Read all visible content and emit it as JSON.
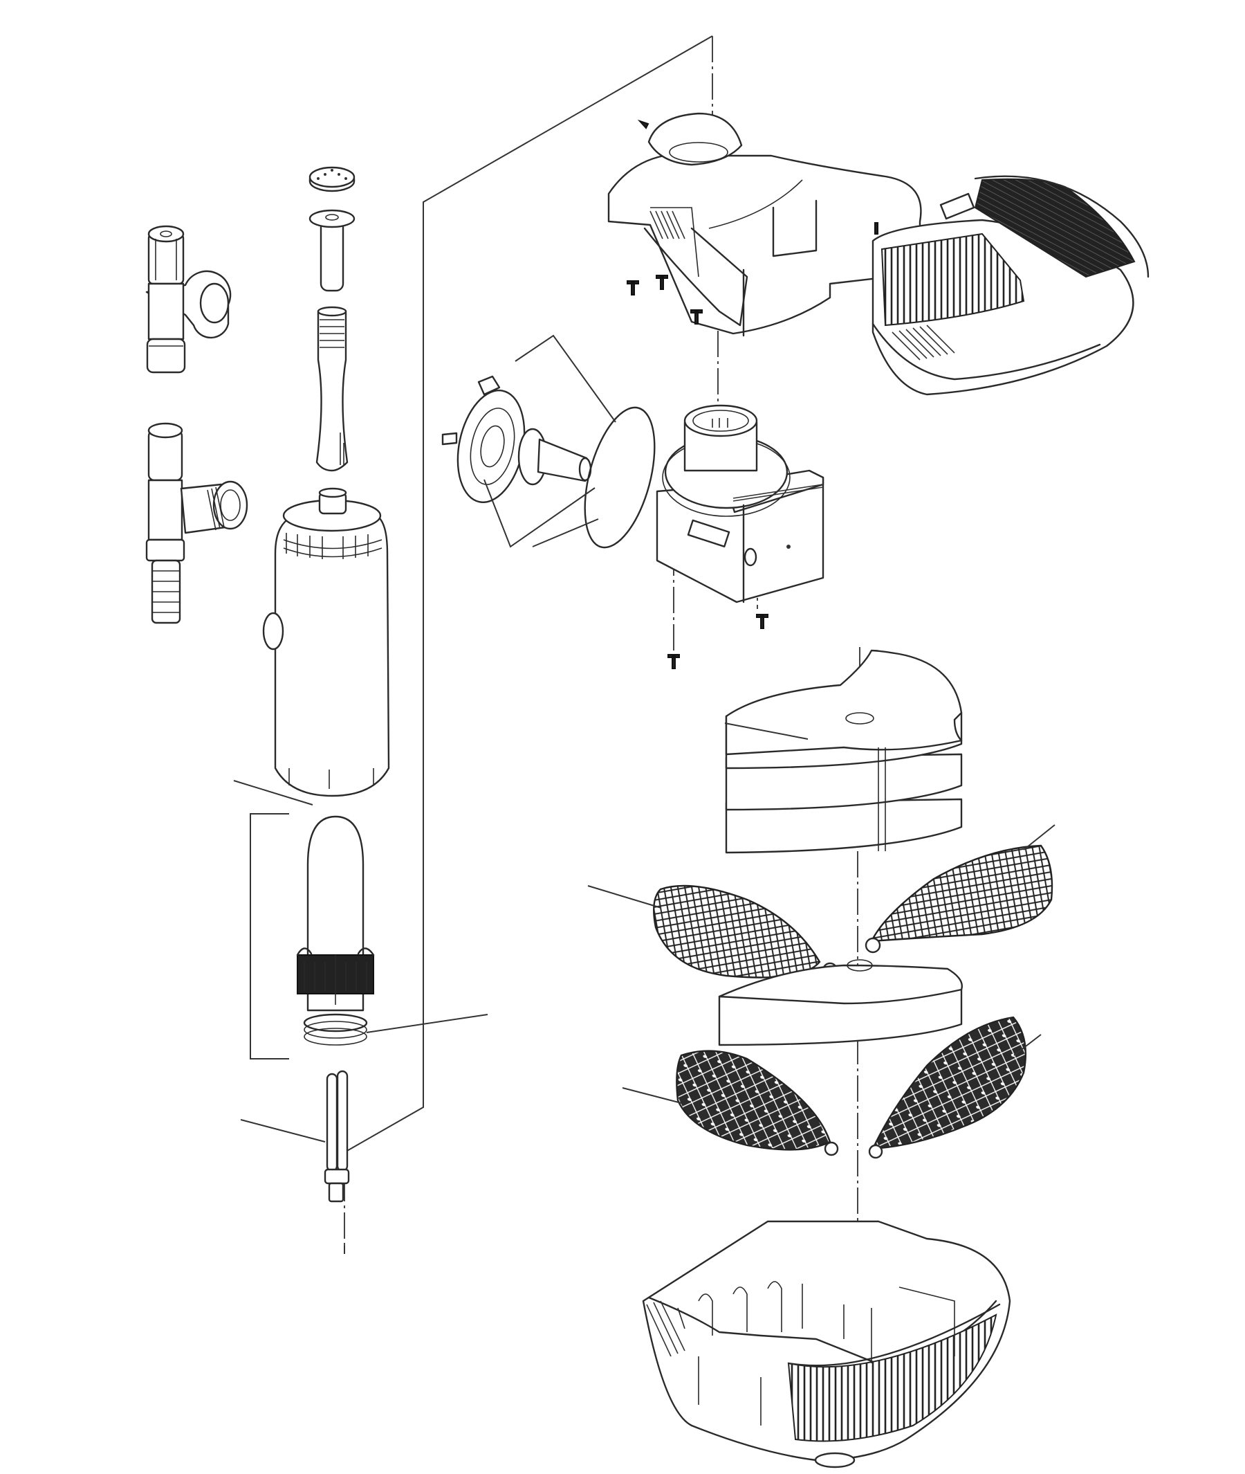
{
  "diagram": {
    "type": "exploded-parts-view",
    "colors": {
      "line": "#2a2a2a",
      "background": "#ffffff",
      "fill_dark": "#222222"
    },
    "parts": [
      {
        "id": "t-connector-upper"
      },
      {
        "id": "t-connector-lower"
      },
      {
        "id": "spray-cap"
      },
      {
        "id": "outlet-nozzle"
      },
      {
        "id": "threaded-tube"
      },
      {
        "id": "uv-housing"
      },
      {
        "id": "quartz-sleeve"
      },
      {
        "id": "sleeve-o-ring"
      },
      {
        "id": "uv-lamp"
      },
      {
        "id": "top-cover"
      },
      {
        "id": "intake-grille-lid"
      },
      {
        "id": "pump-cover-plate"
      },
      {
        "id": "impeller"
      },
      {
        "id": "pump-o-ring"
      },
      {
        "id": "pump-housing"
      },
      {
        "id": "foam-pads-stack"
      },
      {
        "id": "foam-pad-lower"
      },
      {
        "id": "bio-media-bag-left"
      },
      {
        "id": "bio-media-bag-right"
      },
      {
        "id": "carbon-bag-left"
      },
      {
        "id": "carbon-bag-right"
      },
      {
        "id": "base-basket"
      }
    ]
  }
}
